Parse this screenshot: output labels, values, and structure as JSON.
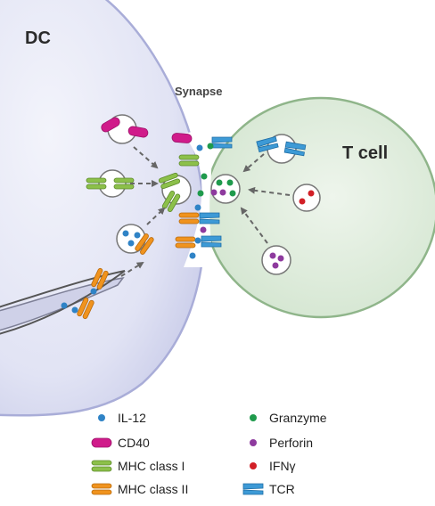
{
  "labels": {
    "dc": "DC",
    "tcell": "T cell",
    "synapse": "Synapse"
  },
  "legend": {
    "il12": "IL-12",
    "cd40": "CD40",
    "mhc1": "MHC class I",
    "mhc2": "MHC class II",
    "granzyme": "Granzyme",
    "perforin": "Perforin",
    "ifng": "IFNγ",
    "tcr": "TCR"
  },
  "colors": {
    "dc_fill": "#e3e5f6",
    "dc_edge": "#a9add8",
    "tcell_fill": "#dceadb",
    "tcell_edge": "#8fb58a",
    "il12": "#2f83c6",
    "cd40": "#d01b8a",
    "mhc1": "#8cc04a",
    "mhc2": "#f0931e",
    "granzyme": "#1f9a4c",
    "perforin": "#8e3a9e",
    "ifng": "#d22027",
    "tcr": "#3d9ad6"
  }
}
